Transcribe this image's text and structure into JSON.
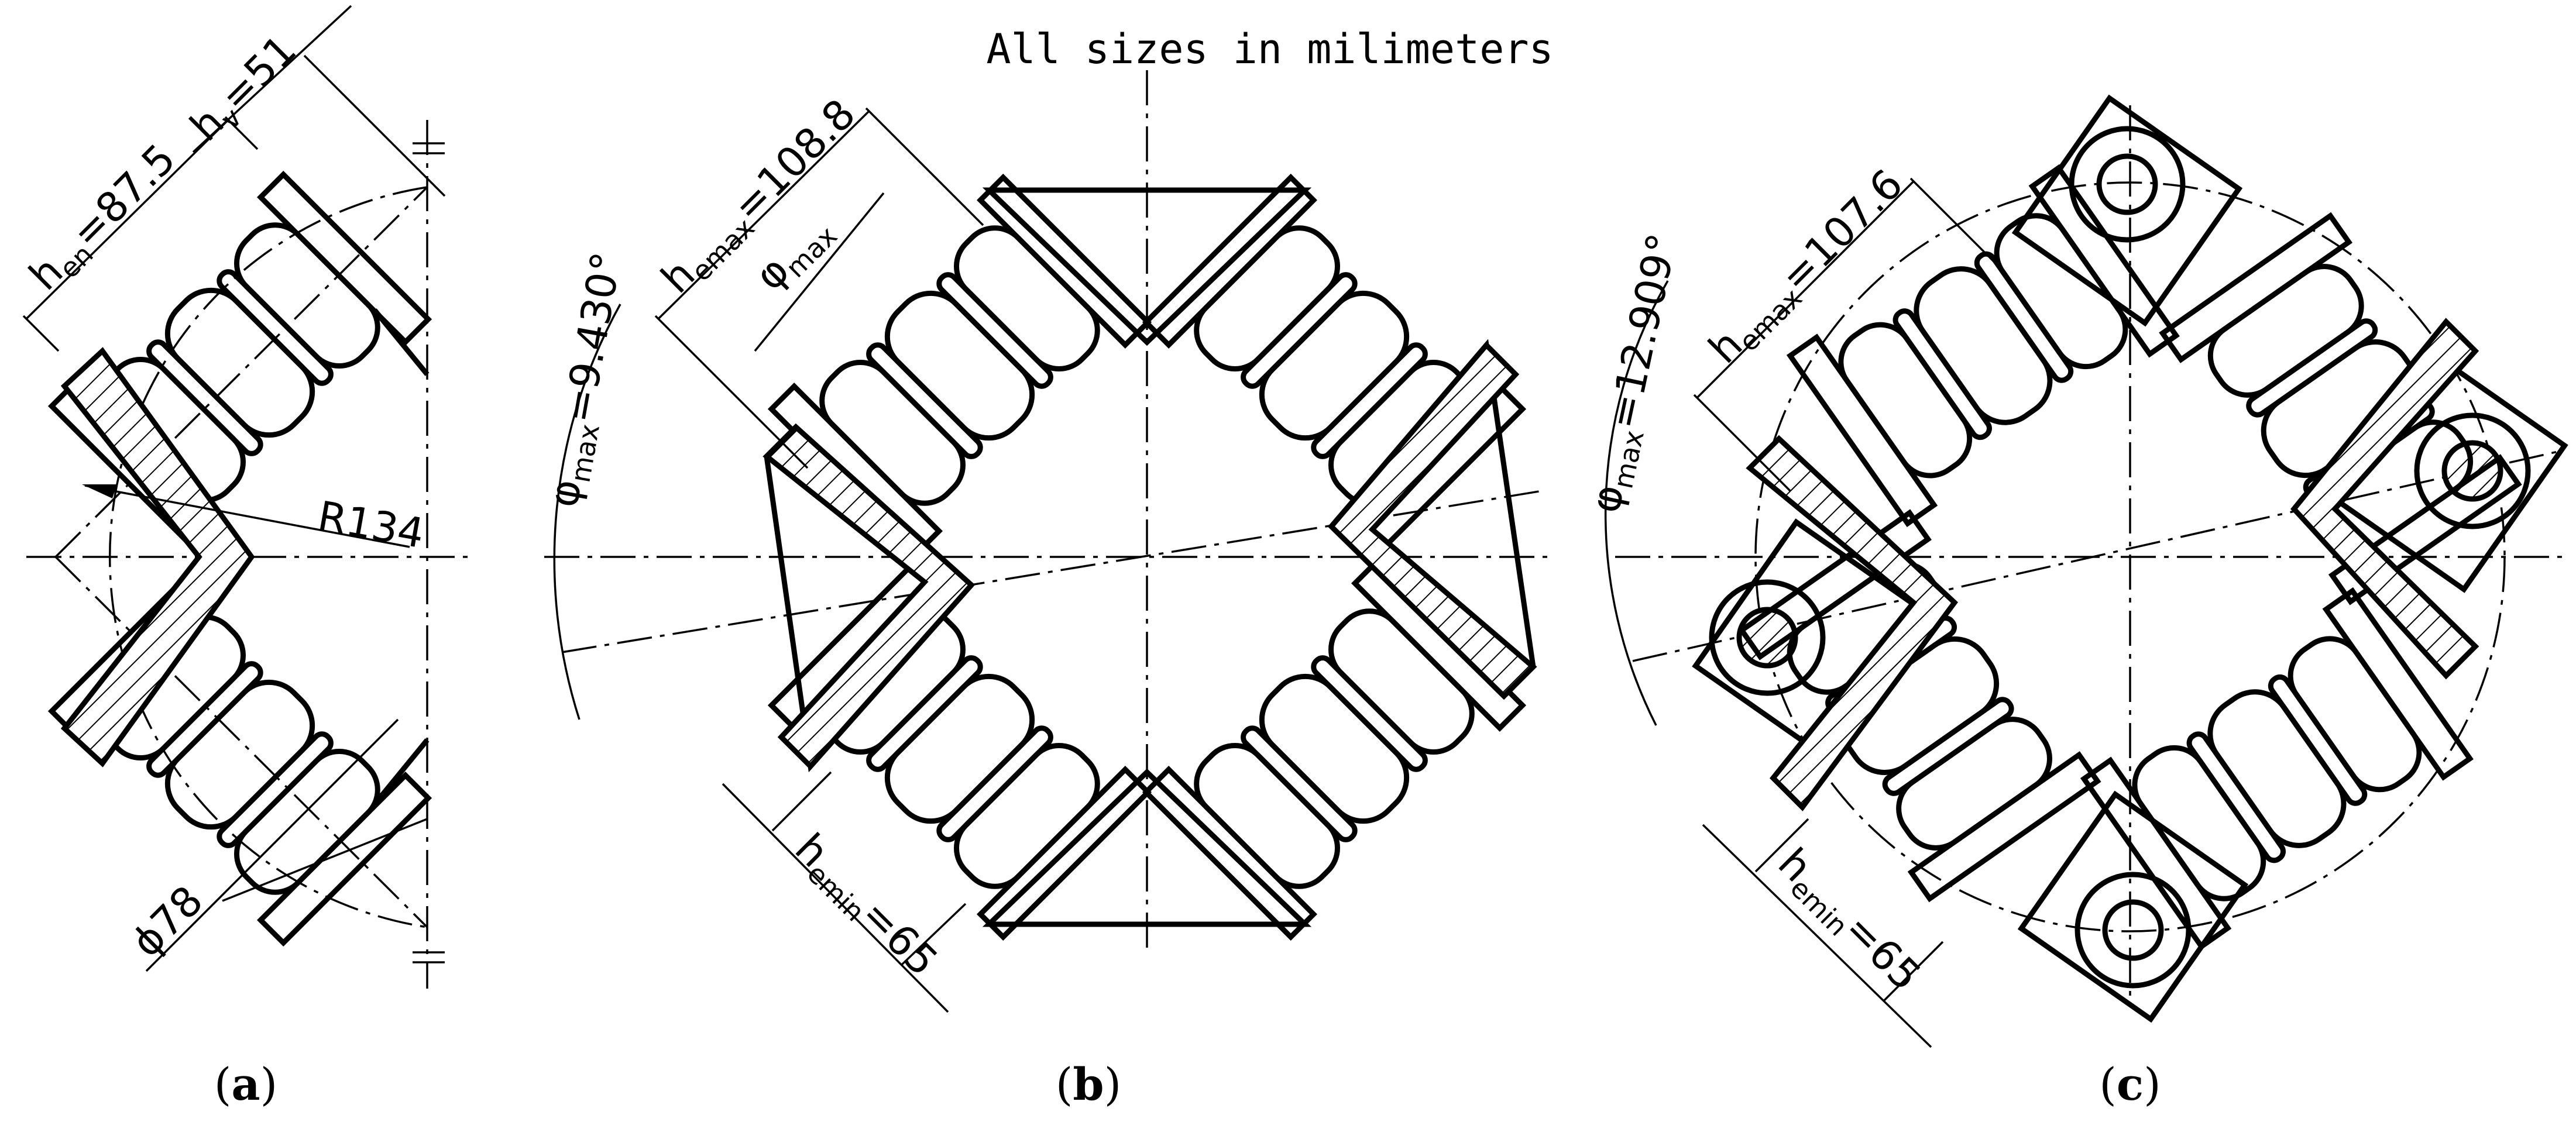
{
  "title": "All sizes in milimeters",
  "panels": [
    {
      "caption_open": "(",
      "caption_letter": "a",
      "caption_close": ")",
      "labels": {
        "hen_main": "h",
        "hen_sub": "en",
        "hen_val": "=87.5",
        "hv_main": "h",
        "hv_sub": "v",
        "hv_val": "=51",
        "radius": "R134",
        "diameter": "ϕ78"
      }
    },
    {
      "caption_open": "(",
      "caption_letter": "b",
      "caption_close": ")",
      "labels": {
        "hemax_main": "h",
        "hemax_sub": "emax",
        "hemax_val": "=108.8",
        "phi_main": "φ",
        "phi_sub": "max",
        "phimax_main": "φ",
        "phimax_sub": "max",
        "phimax_val": "=9.430°",
        "hemin_main": "h",
        "hemin_sub": "emin",
        "hemin_val": "=65"
      }
    },
    {
      "caption_open": "(",
      "caption_letter": "c",
      "caption_close": ")",
      "labels": {
        "hemax_main": "h",
        "hemax_sub": "emax",
        "hemax_val": "=107.6",
        "phimax_main": "φ",
        "phimax_sub": "max",
        "phimax_val": "=12.909°",
        "hemin_main": "h",
        "hemin_sub": "emin",
        "hemin_val": "=65"
      }
    }
  ]
}
